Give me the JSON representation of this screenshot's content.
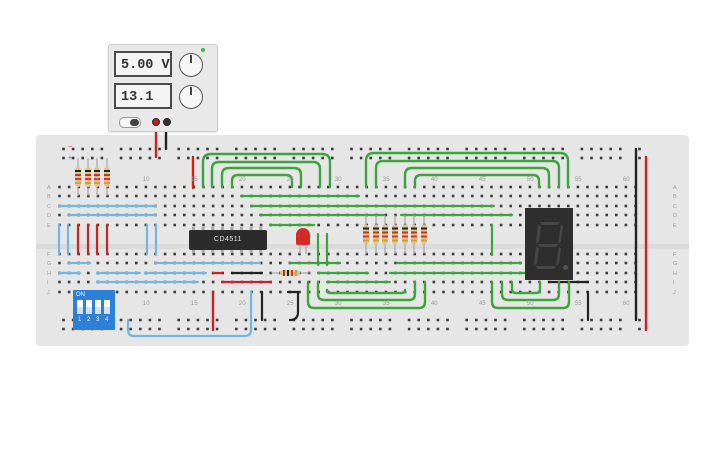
{
  "power_supply": {
    "voltage": "5.00 V",
    "current": "13.1 mA"
  },
  "chip": {
    "label": "CD4511"
  },
  "dip_switch": {
    "label": "ON",
    "switches": [
      "1",
      "2",
      "3",
      "4"
    ]
  },
  "breadboard": {
    "column_numbers_top": [
      "5",
      "10",
      "15",
      "20",
      "25",
      "30",
      "35",
      "40",
      "45",
      "50",
      "55",
      "60"
    ],
    "column_numbers_bottom": [
      "5",
      "10",
      "15",
      "20",
      "25",
      "30",
      "35",
      "40",
      "45",
      "50",
      "55",
      "60"
    ],
    "row_letters_top": [
      "A",
      "B",
      "C",
      "D",
      "E"
    ],
    "row_letters_bottom": [
      "F",
      "G",
      "H",
      "I",
      "J"
    ]
  },
  "colors": {
    "wire_green": "#3aa53a",
    "wire_blue": "#6fb7df",
    "wire_red": "#d22020",
    "wire_black": "#222222",
    "board": "#e8e8e8"
  }
}
